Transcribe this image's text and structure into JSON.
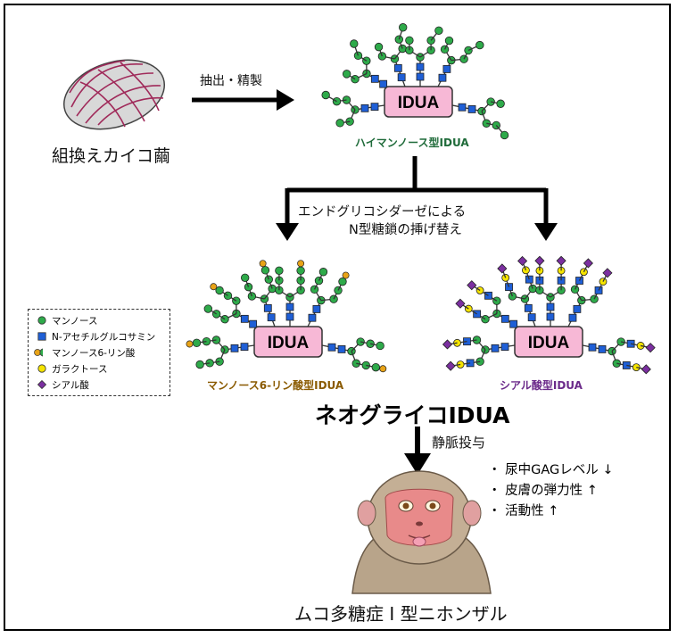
{
  "cocoon_label": "組換えカイコ繭",
  "process_label": "抽出・精製",
  "enzyme_label": "IDUA",
  "high_mannose_label": "ハイマンノース型IDUA",
  "endo_label_line1": "エンドグリコシダーゼによる",
  "endo_label_line2": "N型糖鎖の挿げ替え",
  "m6p_label": "マンノース6-リン酸型IDUA",
  "sialic_label": "シアル酸型IDUA",
  "neo_title": "ネオグライコIDUA",
  "iv_label": "静脈投与",
  "effects": [
    "・ 尿中GAGレベル ↓",
    "・ 皮膚の弾力性 ↑",
    "・ 活動性 ↑"
  ],
  "monkey_label": "ムコ多糖症 I 型ニホンザル",
  "legend": [
    {
      "label": "マンノース",
      "icon": "green-circle"
    },
    {
      "label": "N-アセチルグルコサミン",
      "icon": "blue-square"
    },
    {
      "label": "マンノース6-リン酸",
      "icon": "phospho-green-circle"
    },
    {
      "label": "ガラクトース",
      "icon": "yellow-circle"
    },
    {
      "label": "シアル酸",
      "icon": "purple-diamond"
    }
  ],
  "colors": {
    "mannose": "#2eaa4a",
    "glcnac": "#1f5fd6",
    "galactose": "#f5e400",
    "sialic": "#7b2fa0",
    "phosphate": "#e8a317",
    "enzyme_box": "#f7b8d6"
  }
}
